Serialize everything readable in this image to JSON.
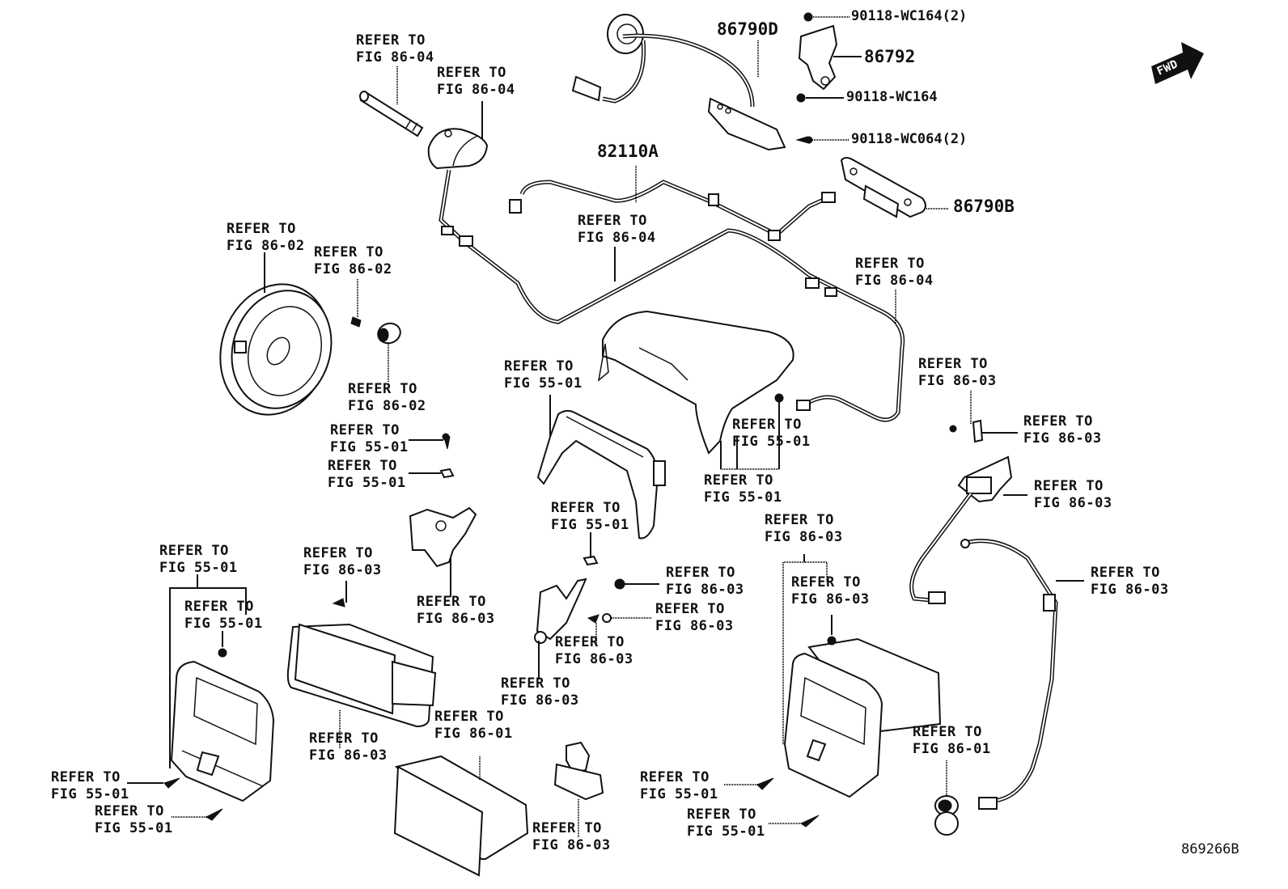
{
  "diagram": {
    "title": "Audio / Navigation parts diagram",
    "figure_code": "869266B",
    "fwd_label": "FWD",
    "callouts": {
      "p86790D": "86790D",
      "p90118_wc164_2": "90118-WC164(2)",
      "p86792": "86792",
      "p90118_wc164": "90118-WC164",
      "p90118_wc064_2": "90118-WC064(2)",
      "p82110A": "82110A",
      "p86790B": "86790B"
    },
    "references": [
      {
        "id": "antenna-rod",
        "line1": "REFER TO",
        "line2": "FIG 86-04"
      },
      {
        "id": "antenna-base",
        "line1": "REFER TO",
        "line2": "FIG 86-04"
      },
      {
        "id": "antenna-cable",
        "line1": "REFER TO",
        "line2": "FIG 86-04"
      },
      {
        "id": "antenna-cable-right",
        "line1": "REFER TO",
        "line2": "FIG 86-04"
      },
      {
        "id": "speaker",
        "line1": "REFER TO",
        "line2": "FIG 86-02"
      },
      {
        "id": "speaker-screw",
        "line1": "REFER TO",
        "line2": "FIG 86-02"
      },
      {
        "id": "tweeter",
        "line1": "REFER TO",
        "line2": "FIG 86-02"
      },
      {
        "id": "screw-55-a",
        "line1": "REFER TO",
        "line2": "FIG 55-01"
      },
      {
        "id": "clip-55-b",
        "line1": "REFER TO",
        "line2": "FIG 55-01"
      },
      {
        "id": "center-panel-frame",
        "line1": "REFER TO",
        "line2": "FIG 55-01"
      },
      {
        "id": "hood-clip",
        "line1": "REFER TO",
        "line2": "FIG 55-01"
      },
      {
        "id": "hood",
        "line1": "REFER TO",
        "line2": "FIG 55-01"
      },
      {
        "id": "frame-lower",
        "line1": "REFER TO",
        "line2": "FIG 55-01"
      },
      {
        "id": "usb-cable",
        "line1": "REFER TO",
        "line2": "FIG 86-03"
      },
      {
        "id": "clip-right",
        "line1": "REFER TO",
        "line2": "FIG 86-03"
      },
      {
        "id": "bracket-right",
        "line1": "REFER TO",
        "line2": "FIG 86-03"
      },
      {
        "id": "cable-right",
        "line1": "REFER TO",
        "line2": "FIG 86-03"
      },
      {
        "id": "bezel-left",
        "line1": "REFER TO",
        "line2": "FIG 55-01"
      },
      {
        "id": "bezel-left-clip",
        "line1": "REFER TO",
        "line2": "FIG 55-01"
      },
      {
        "id": "display-screw",
        "line1": "REFER TO",
        "line2": "FIG 86-03"
      },
      {
        "id": "display-unit",
        "line1": "REFER TO",
        "line2": "FIG 86-03"
      },
      {
        "id": "bracket-mid",
        "line1": "REFER TO",
        "line2": "FIG 86-03"
      },
      {
        "id": "bolt-a",
        "line1": "REFER TO",
        "line2": "FIG 86-03"
      },
      {
        "id": "bolt-b",
        "line1": "REFER TO",
        "line2": "FIG 86-03"
      },
      {
        "id": "screw-c",
        "line1": "REFER TO",
        "line2": "FIG 86-03"
      },
      {
        "id": "bracket-small",
        "line1": "REFER TO",
        "line2": "FIG 86-03"
      },
      {
        "id": "bezel-right",
        "line1": "REFER TO",
        "line2": "FIG 86-03"
      },
      {
        "id": "bezel-right-clip",
        "line1": "REFER TO",
        "line2": "FIG 86-03"
      },
      {
        "id": "radio-unit",
        "line1": "REFER TO",
        "line2": "FIG 86-01"
      },
      {
        "id": "switch",
        "line1": "REFER TO",
        "line2": "FIG 86-03"
      },
      {
        "id": "usb-port",
        "line1": "REFER TO",
        "line2": "FIG 86-01"
      },
      {
        "id": "left-screw-1",
        "line1": "REFER TO",
        "line2": "FIG 55-01"
      },
      {
        "id": "left-screw-2",
        "line1": "REFER TO",
        "line2": "FIG 55-01"
      },
      {
        "id": "right-screw-1",
        "line1": "REFER TO",
        "line2": "FIG 55-01"
      },
      {
        "id": "right-screw-2",
        "line1": "REFER TO",
        "line2": "FIG 55-01"
      }
    ]
  }
}
